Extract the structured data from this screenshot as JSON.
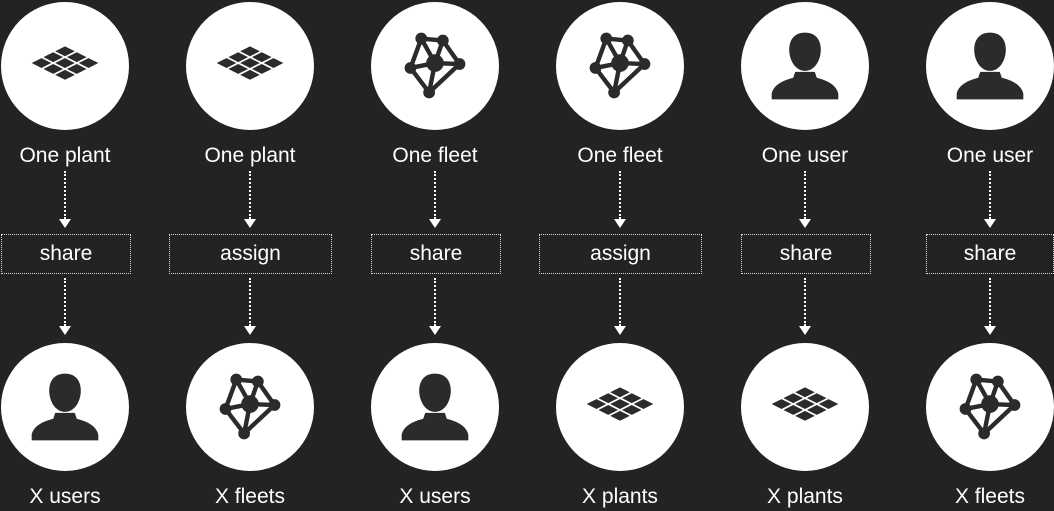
{
  "colors": {
    "background": "#232323",
    "circle": "#ffffff",
    "icon": "#2b2b2b",
    "text": "#ffffff"
  },
  "columns": [
    {
      "from_label": "One plant",
      "from_icon": "plant-icon",
      "action": "share",
      "to_label": "X users",
      "to_icon": "user-icon"
    },
    {
      "from_label": "One plant",
      "from_icon": "plant-icon",
      "action": "assign",
      "to_label": "X fleets",
      "to_icon": "fleet-icon"
    },
    {
      "from_label": "One fleet",
      "from_icon": "fleet-icon",
      "action": "share",
      "to_label": "X users",
      "to_icon": "user-icon"
    },
    {
      "from_label": "One fleet",
      "from_icon": "fleet-icon",
      "action": "assign",
      "to_label": "X plants",
      "to_icon": "plant-icon"
    },
    {
      "from_label": "One user",
      "from_icon": "user-icon",
      "action": "share",
      "to_label": "X plants",
      "to_icon": "plant-icon"
    },
    {
      "from_label": "One user",
      "from_icon": "user-icon",
      "action": "share",
      "to_label": "X fleets",
      "to_icon": "fleet-icon"
    }
  ]
}
